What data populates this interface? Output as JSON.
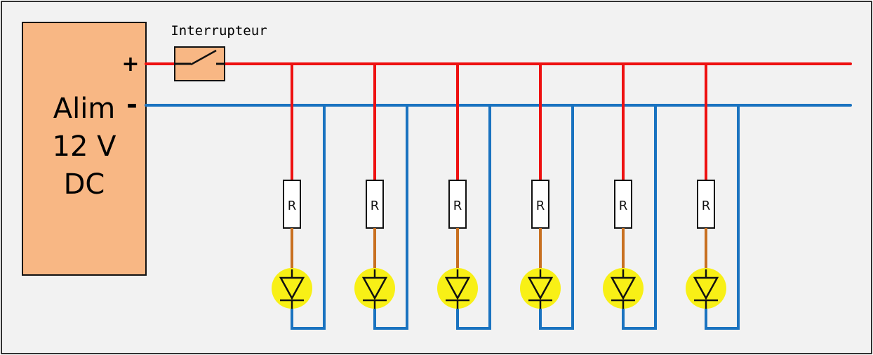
{
  "power_supply": {
    "label_lines": [
      "Alim",
      "12 V",
      "DC"
    ],
    "plus_symbol": "+",
    "minus_symbol": "-"
  },
  "switch": {
    "label": "Interrupteur"
  },
  "branches": [
    {
      "resistor_label": "R"
    },
    {
      "resistor_label": "R"
    },
    {
      "resistor_label": "R"
    },
    {
      "resistor_label": "R"
    },
    {
      "resistor_label": "R"
    },
    {
      "resistor_label": "R"
    }
  ],
  "colors": {
    "background": "#f2f2f2",
    "frame": "#333333",
    "supply_fill": "#f8b784",
    "positive_wire": "#ee1111",
    "negative_wire": "#1a73c0",
    "link_wire": "#c87021",
    "led_glow": "#f8f016",
    "component_outline": "#111111"
  }
}
